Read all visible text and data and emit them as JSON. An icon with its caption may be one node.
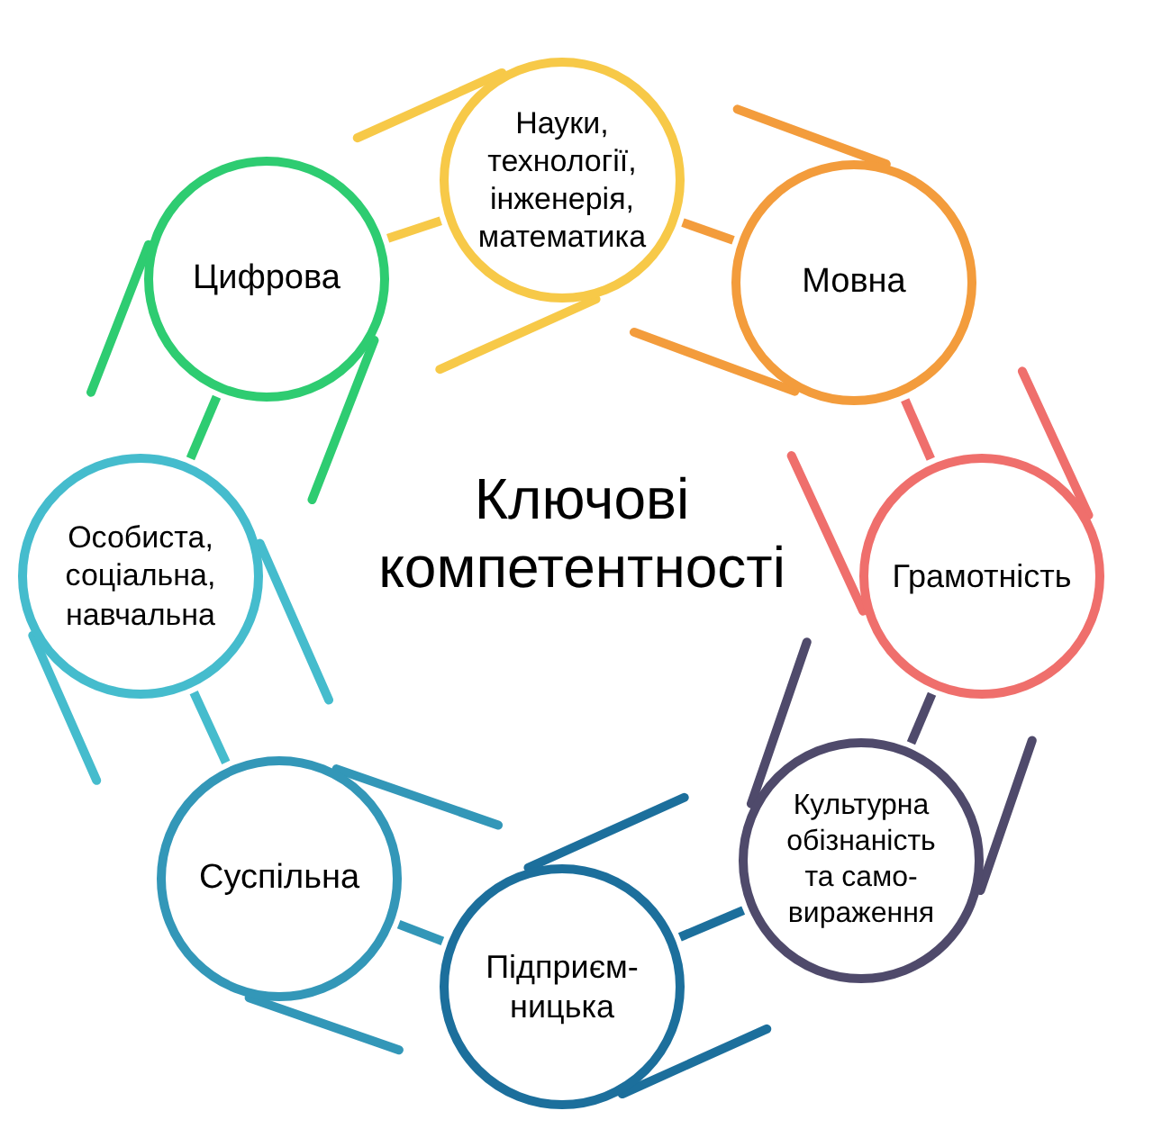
{
  "diagram": {
    "title": "Ключові компетентності",
    "nodes": [
      {
        "text": [
          "Науки, технології, інженерія, математика"
        ]
      },
      {
        "text": [
          "Мовна"
        ]
      },
      {
        "text": [
          "Грамотність"
        ]
      },
      {
        "text": [
          "Культурна обізнаність та само- вираження"
        ]
      },
      {
        "text": [
          "Підприєм- ницька"
        ]
      },
      {
        "text": [
          "Суспільна"
        ]
      },
      {
        "text": [
          "Особиста, соціальна, навчальна"
        ]
      },
      {
        "text": [
          "Цифрова"
        ]
      }
    ],
    "edges": [
      {
        "from": 0,
        "to": 1,
        "arrow": "none",
        "color": "#f39c3c"
      },
      {
        "from": 1,
        "to": 2,
        "arrow": "none",
        "color": "#ef6f6c"
      },
      {
        "from": 2,
        "to": 3,
        "arrow": "none",
        "color": "#4f4a6b"
      },
      {
        "from": 3,
        "to": 4,
        "arrow": "none",
        "color": "#1c6f9c"
      },
      {
        "from": 4,
        "to": 5,
        "arrow": "none",
        "color": "#3397b8"
      },
      {
        "from": 5,
        "to": 6,
        "arrow": "none",
        "color": "#45bccd"
      },
      {
        "from": 6,
        "to": 7,
        "arrow": "none",
        "color": "#2ecc71"
      },
      {
        "from": 7,
        "to": 0,
        "arrow": "none",
        "color": "#f7c948"
      }
    ]
  }
}
